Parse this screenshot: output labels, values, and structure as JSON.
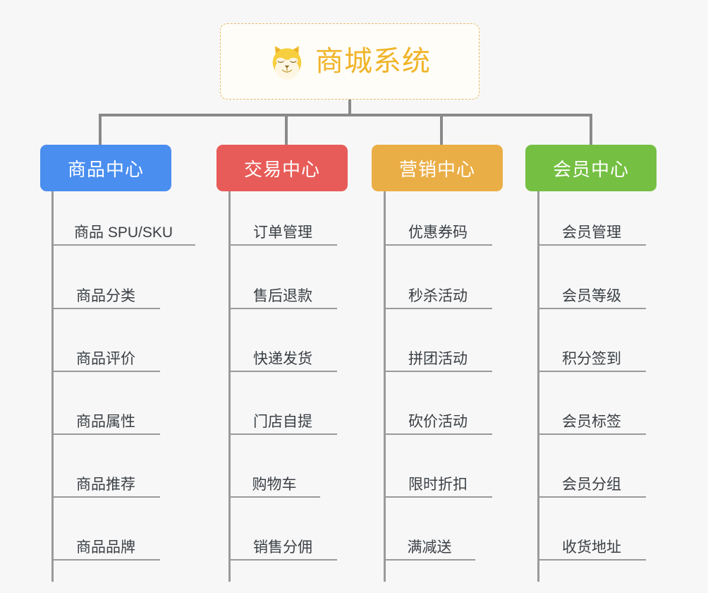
{
  "root": {
    "title": "商城系统",
    "icon": "shiba-dog-icon",
    "accent_color": "#f0b429",
    "border_color": "#e8b96a",
    "background": "#fffdf8"
  },
  "canvas": {
    "background": "#f7f7f7",
    "connector_color": "#8a8a8a",
    "trunk_color": "#9a9a9a",
    "leaf_text_color": "#3a3f44"
  },
  "branches": [
    {
      "title": "商品中心",
      "color": "#4a8ef0",
      "items": [
        "商品 SPU/SKU",
        "商品分类",
        "商品评价",
        "商品属性",
        "商品推荐",
        "商品品牌"
      ]
    },
    {
      "title": "交易中心",
      "color": "#e75c58",
      "items": [
        "订单管理",
        "售后退款",
        "快递发货",
        "门店自提",
        "购物车",
        "销售分佣"
      ]
    },
    {
      "title": "营销中心",
      "color": "#eaae46",
      "items": [
        "优惠券码",
        "秒杀活动",
        "拼团活动",
        "砍价活动",
        "限时折扣",
        "满减送"
      ]
    },
    {
      "title": "会员中心",
      "color": "#75c043",
      "items": [
        "会员管理",
        "会员等级",
        "积分签到",
        "会员标签",
        "会员分组",
        "收货地址"
      ]
    }
  ]
}
